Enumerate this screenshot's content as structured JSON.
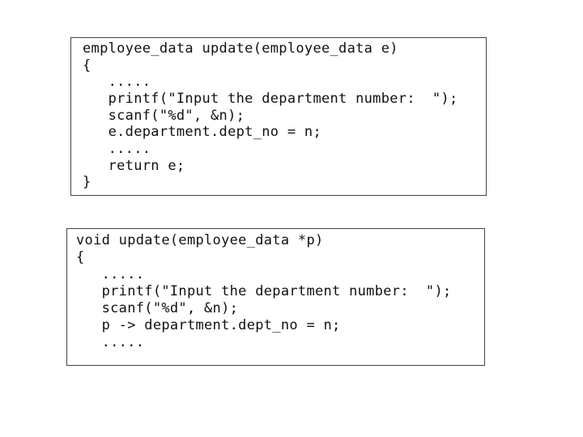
{
  "snippets": [
    {
      "lines": [
        "employee_data update(employee_data e)",
        "{",
        "   .....",
        "   printf(\"Input the department number:  \");",
        "   scanf(\"%d\", &n);",
        "   e.department.dept_no = n;",
        "   .....",
        "   return e;",
        "}"
      ]
    },
    {
      "lines": [
        "void update(employee_data *p)",
        "{",
        "   .....",
        "   printf(\"Input the department number:  \");",
        "   scanf(\"%d\", &n);",
        "   p -> department.dept_no = n;",
        "   ....."
      ]
    }
  ]
}
